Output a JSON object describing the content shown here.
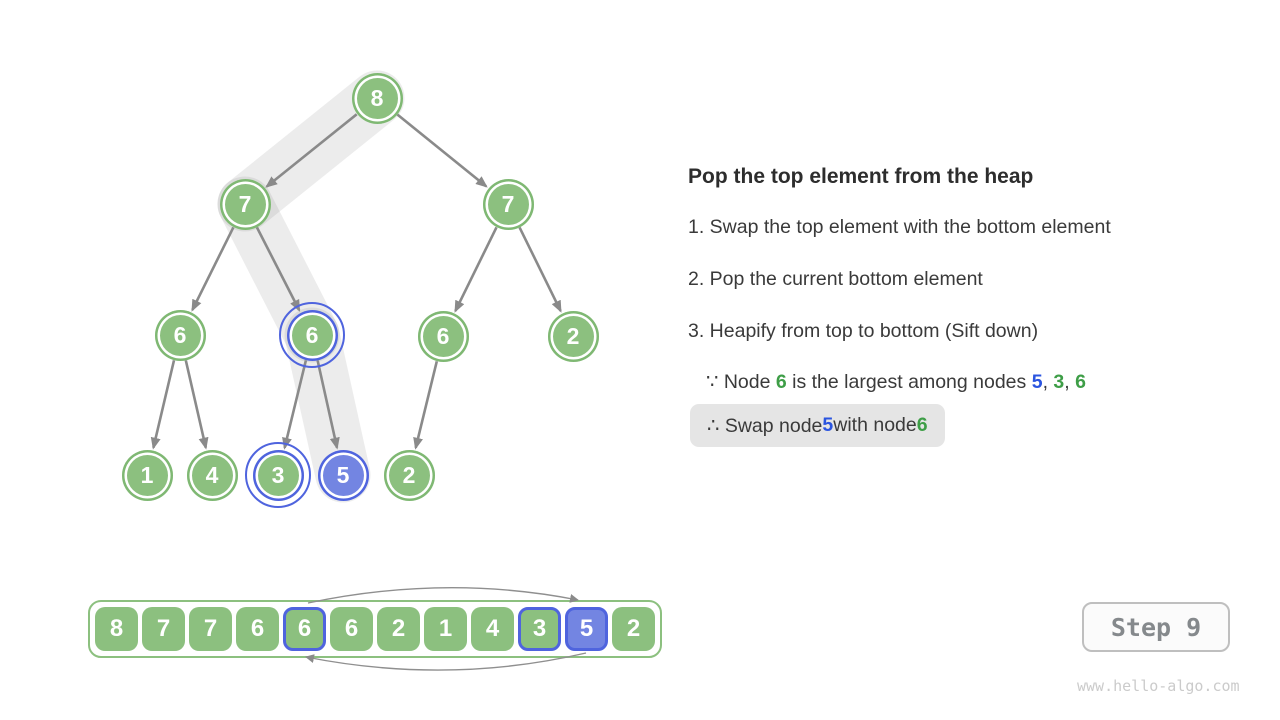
{
  "panel": {
    "title": "Pop the top element from the heap",
    "steps": [
      "1. Swap the top element with the bottom element",
      "2. Pop the current bottom element",
      "3. Heapify from top to bottom (Sift down)"
    ],
    "because": {
      "prefix": "∵ Node ",
      "node_a": "6",
      "middle": " is the largest among nodes ",
      "node_b": "5",
      "comma_1": ", ",
      "node_c": "3",
      "comma_2": ", ",
      "node_d": "6"
    },
    "therefore": {
      "prefix": "∴ Swap node ",
      "node_a": "5",
      "middle": " with node ",
      "node_b": "6"
    }
  },
  "tree": {
    "nodes": [
      {
        "value": "8",
        "state": "normal"
      },
      {
        "value": "7",
        "state": "normal"
      },
      {
        "value": "7",
        "state": "normal"
      },
      {
        "value": "6",
        "state": "normal"
      },
      {
        "value": "6",
        "state": "ring"
      },
      {
        "value": "6",
        "state": "normal"
      },
      {
        "value": "2",
        "state": "normal"
      },
      {
        "value": "1",
        "state": "normal"
      },
      {
        "value": "4",
        "state": "normal"
      },
      {
        "value": "3",
        "state": "ring"
      },
      {
        "value": "5",
        "state": "filled"
      },
      {
        "value": "2",
        "state": "normal"
      }
    ],
    "highlight_path_values": [
      "8",
      "7",
      "6",
      "5"
    ]
  },
  "array": {
    "cells": [
      {
        "value": "8",
        "state": "normal"
      },
      {
        "value": "7",
        "state": "normal"
      },
      {
        "value": "7",
        "state": "normal"
      },
      {
        "value": "6",
        "state": "normal"
      },
      {
        "value": "6",
        "state": "ring"
      },
      {
        "value": "6",
        "state": "normal"
      },
      {
        "value": "2",
        "state": "normal"
      },
      {
        "value": "1",
        "state": "normal"
      },
      {
        "value": "4",
        "state": "normal"
      },
      {
        "value": "3",
        "state": "ring"
      },
      {
        "value": "5",
        "state": "filled"
      },
      {
        "value": "2",
        "state": "normal"
      }
    ],
    "swap_between_values": [
      "6",
      "5"
    ]
  },
  "step_badge": {
    "label": "Step 9"
  },
  "watermark": "www.hello-algo.com",
  "colors": {
    "node_green": "#8CC07F",
    "node_green_border": "#7FB873",
    "blue_fill": "#7385E2",
    "blue_border": "#4F64DE",
    "text_green": "#3E9E47",
    "text_blue": "#2B55E0",
    "text_dark": "#3A3A3A",
    "arrow_gray": "#8A8A8A",
    "highlight_band": "#ECECEC",
    "box_bg": "#E5E5E5",
    "step_text": "#85898C",
    "watermark_gray": "#CBCBCB"
  }
}
